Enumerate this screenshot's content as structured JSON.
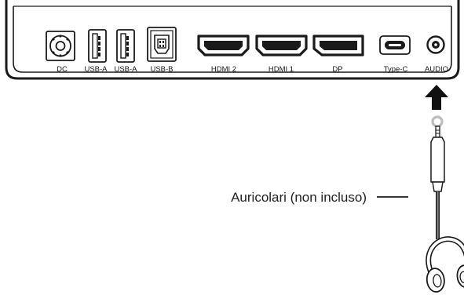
{
  "diagram": {
    "ports": [
      {
        "id": "dc",
        "label": "DC",
        "icon": "dc-power-jack-icon"
      },
      {
        "id": "usb-a-1",
        "label": "USB-A",
        "icon": "usb-a-port-icon"
      },
      {
        "id": "usb-a-2",
        "label": "USB-A",
        "icon": "usb-a-port-icon"
      },
      {
        "id": "usb-b",
        "label": "USB-B",
        "icon": "usb-b-port-icon"
      },
      {
        "id": "hdmi-2",
        "label": "HDMI 2",
        "icon": "hdmi-port-icon"
      },
      {
        "id": "hdmi-1",
        "label": "HDMI 1",
        "icon": "hdmi-port-icon"
      },
      {
        "id": "dp",
        "label": "DP",
        "icon": "displayport-port-icon"
      },
      {
        "id": "type-c",
        "label": "Type-C",
        "icon": "usb-type-c-port-icon"
      },
      {
        "id": "audio",
        "label": "AUDIO",
        "icon": "audio-jack-icon"
      }
    ],
    "callout": "Auricolari (non incluso)",
    "colors": {
      "stroke": "#1a1a1a",
      "panel_fill": "#ffffff",
      "cable_light": "#bdbdbd",
      "arrow": "#111111"
    }
  }
}
